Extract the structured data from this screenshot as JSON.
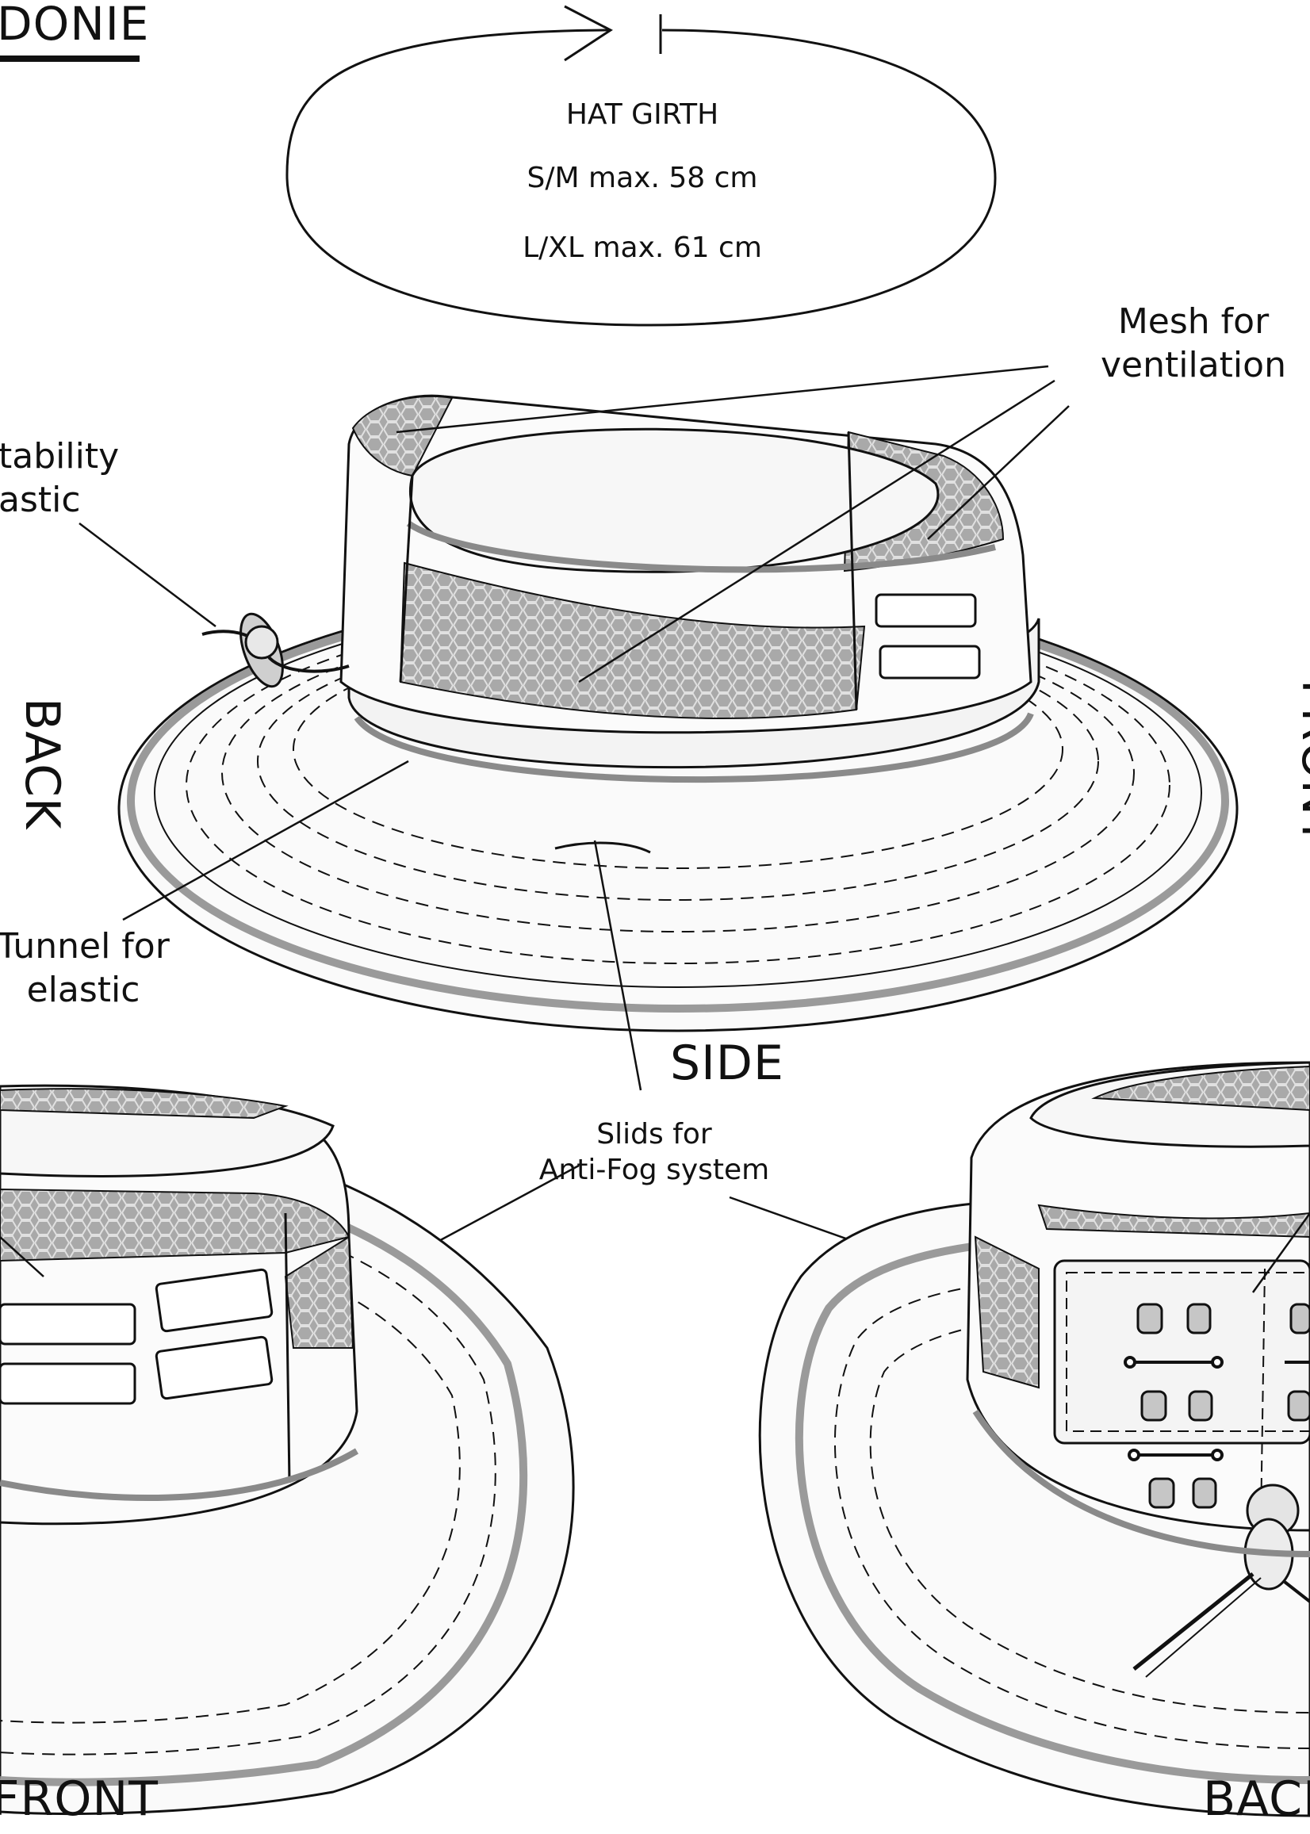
{
  "title": {
    "text": "DONIE"
  },
  "girth": {
    "heading": "HAT GIRTH",
    "sm": "S/M max. 58 cm",
    "lxl": "L/XL max. 61 cm"
  },
  "callouts": {
    "mesh": "Mesh for\nventilation",
    "stability": "tability\nastic",
    "tunnel": "Tunnel for\nelastic",
    "slids": "Slids for\nAnti-Fog system"
  },
  "views": {
    "back_side": "BACK",
    "front_side": "FRONT",
    "side": "SIDE",
    "front": "FRONT",
    "back": "BACK"
  },
  "colors": {
    "line": "#111111",
    "mesh": "#a8a8a8",
    "shade": "#c8c8c8",
    "light": "#eeeeee"
  }
}
